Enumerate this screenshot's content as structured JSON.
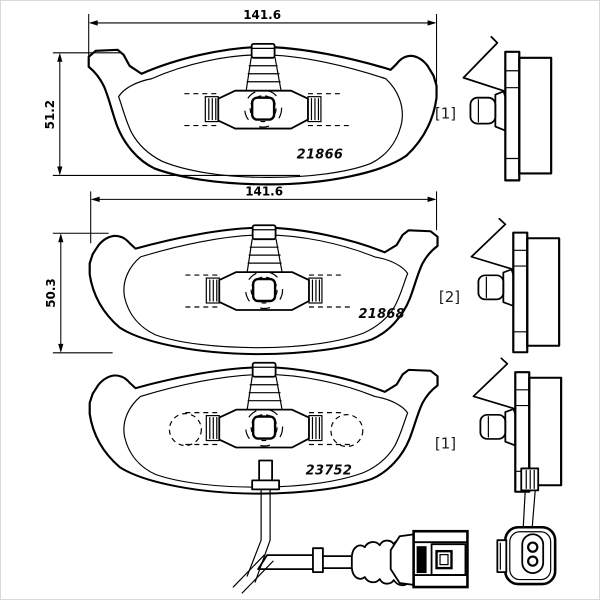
{
  "colors": {
    "line": "#000000",
    "background": "#ffffff",
    "frame_border": "#d9d9d9"
  },
  "rows": [
    {
      "width_dim": "141.6",
      "height_dim": "51.2",
      "part_number": "21866",
      "quantity_label": "[1]"
    },
    {
      "width_dim": "141.6",
      "height_dim": "50.3",
      "part_number": "21868",
      "quantity_label": "[2]"
    },
    {
      "part_number": "23752",
      "quantity_label": "[1]"
    }
  ]
}
